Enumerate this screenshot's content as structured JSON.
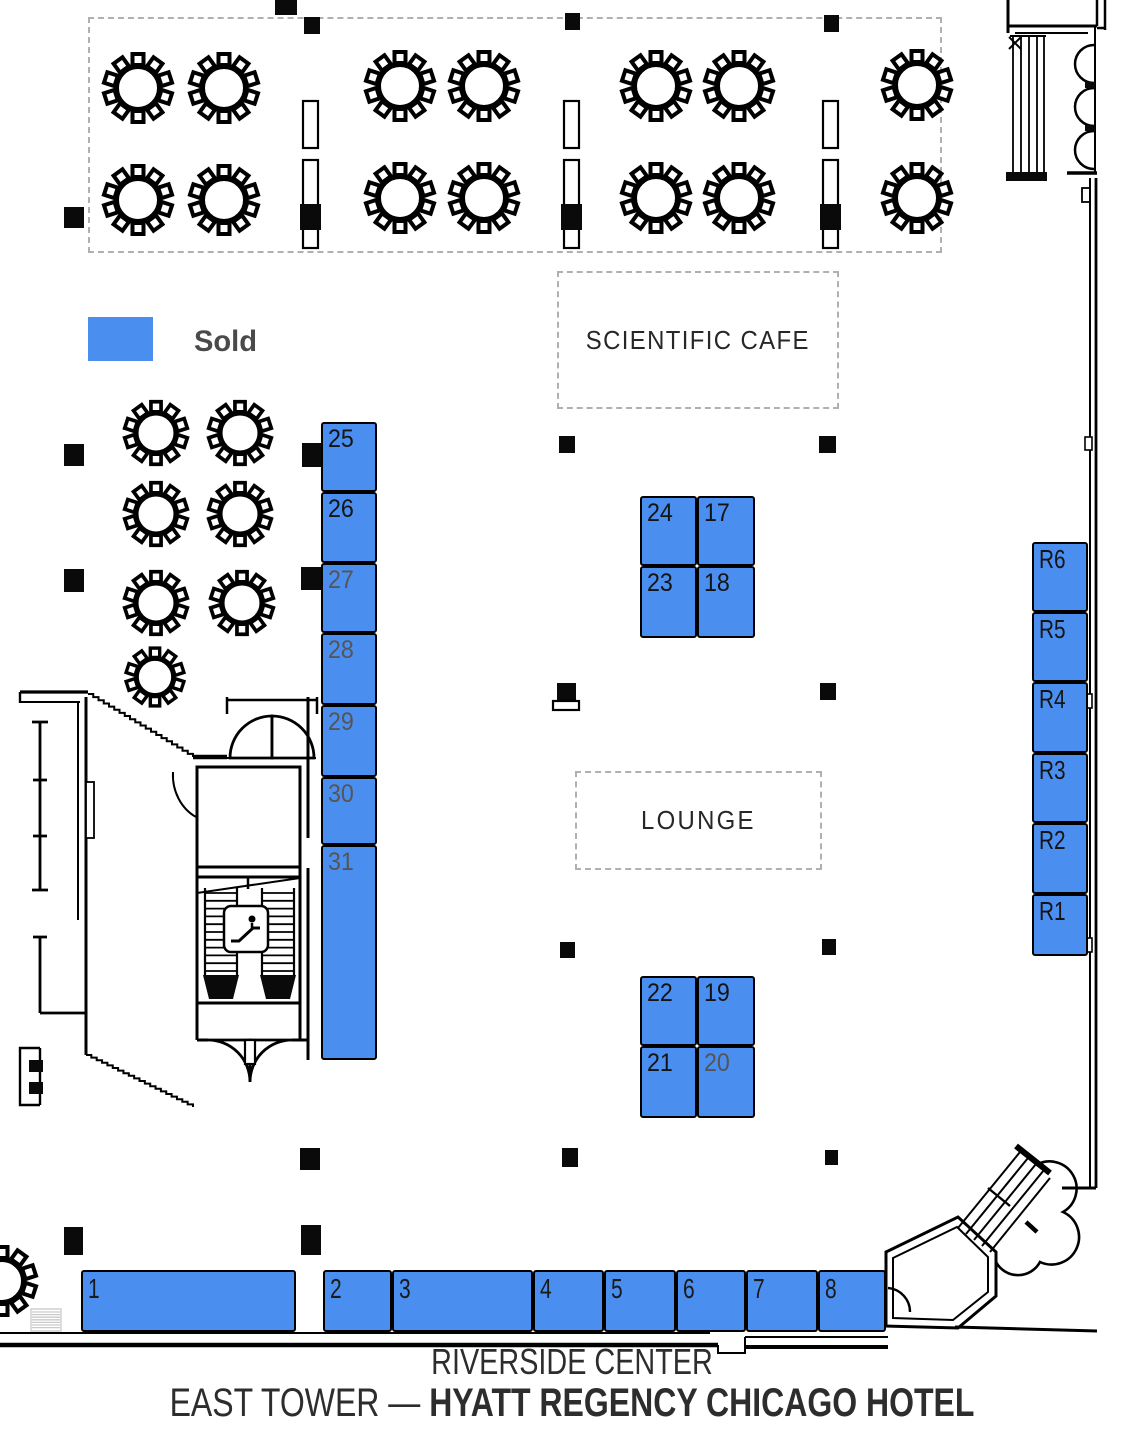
{
  "legend": {
    "sold_label": "Sold",
    "sold_color": "#4a8ff0"
  },
  "areas": {
    "scientific_cafe": "SCIENTIFIC CAFE",
    "lounge": "LOUNGE"
  },
  "footer": {
    "line1": "RIVERSIDE CENTER",
    "line2_regular": "EAST TOWER — ",
    "line2_bold": "HYATT REGENCY CHICAGO HOTEL"
  },
  "booths": {
    "left_column": [
      "25",
      "26",
      "27",
      "28",
      "29",
      "30",
      "31"
    ],
    "center_upper": [
      "24",
      "17",
      "23",
      "18"
    ],
    "center_lower": [
      "22",
      "19",
      "21",
      "20"
    ],
    "right_column": [
      "R6",
      "R5",
      "R4",
      "R3",
      "R2",
      "R1"
    ],
    "bottom_row": [
      "1",
      "2",
      "3",
      "4",
      "5",
      "6",
      "7",
      "8"
    ]
  }
}
